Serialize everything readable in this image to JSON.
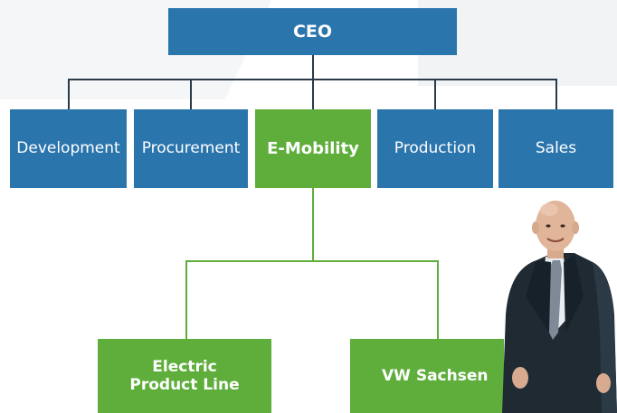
{
  "org_chart": {
    "top": {
      "label": "CEO"
    },
    "departments": [
      {
        "key": "development",
        "label": "Development"
      },
      {
        "key": "procurement",
        "label": "Procurement"
      },
      {
        "key": "emobility",
        "label": "E-Mobility"
      },
      {
        "key": "production",
        "label": "Production"
      },
      {
        "key": "sales",
        "label": "Sales"
      }
    ],
    "sub_units": [
      {
        "key": "electric_product_line",
        "label_line1": "Electric",
        "label_line2": "Product Line"
      },
      {
        "key": "vw_sachsen",
        "label": "VW Sachsen"
      }
    ]
  },
  "colors": {
    "blue": "#2b75ad",
    "green": "#5fae3c",
    "connector": "#2a3a4a"
  }
}
